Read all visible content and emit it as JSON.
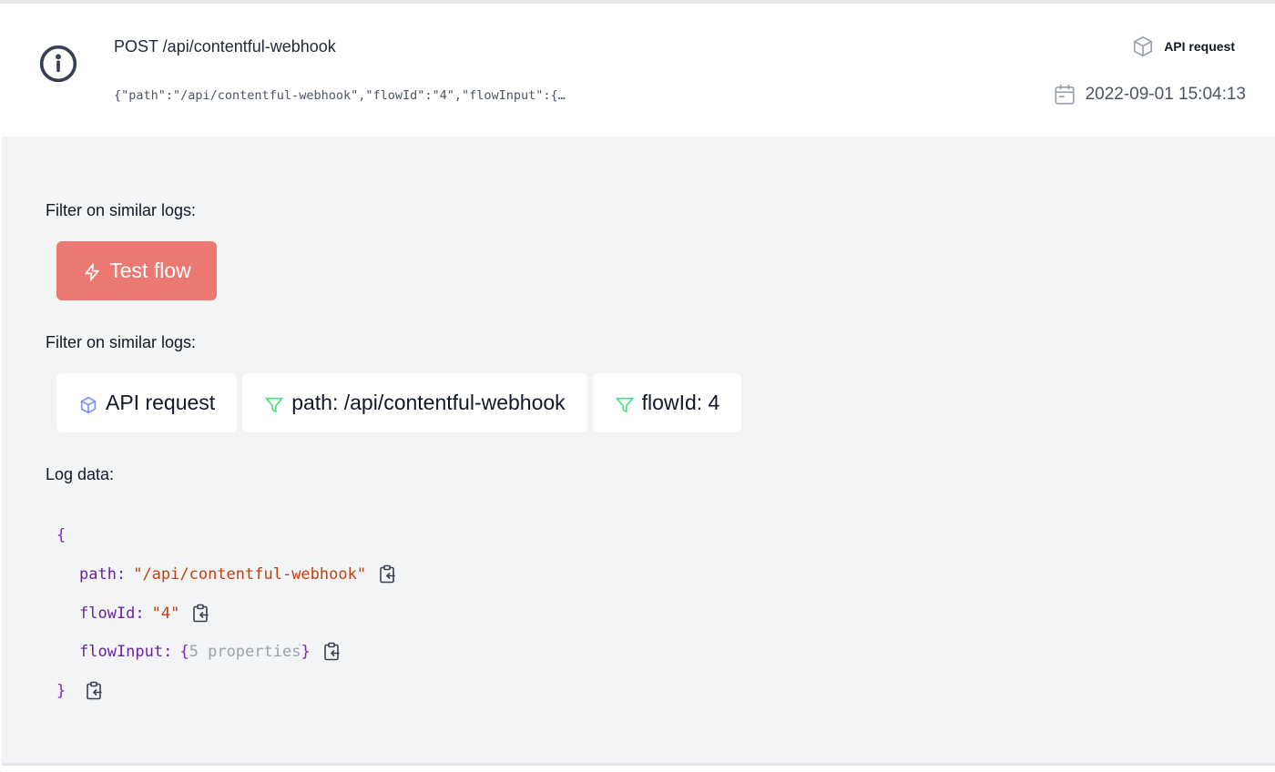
{
  "header": {
    "title": "POST /api/contentful-webhook",
    "snippet": "{\"path\":\"/api/contentful-webhook\",\"flowId\":\"4\",\"flowInput\":{…",
    "type_label": "API request",
    "date": "2022-09-01 15:04:13",
    "icons": {
      "info": "info-icon",
      "type": "cube-icon",
      "date": "calendar-icon"
    }
  },
  "filters": {
    "label_1": "Filter on similar logs:",
    "test_flow_label": "Test flow",
    "label_2": "Filter on similar logs:",
    "chips": [
      {
        "label": "API request",
        "icon": "cube-icon"
      },
      {
        "label": "path: /api/contentful-webhook",
        "icon": "filter-icon"
      },
      {
        "label": "flowId: 4",
        "icon": "filter-icon"
      }
    ]
  },
  "log": {
    "label": "Log data:",
    "open_brace": "{",
    "close_brace": "}",
    "entries": [
      {
        "key": "path",
        "value": "\"/api/contentful-webhook\""
      },
      {
        "key": "flowId",
        "value": "\"4\""
      },
      {
        "key": "flowInput",
        "value_open": "{",
        "value_summary": "5 properties",
        "value_close": "}"
      }
    ]
  },
  "colors": {
    "accent": "#ec7872",
    "filter_icon": "#4ade80",
    "cube_icon": "#818cf8",
    "key": "#6b21a8",
    "string": "#c2410c",
    "background": "#f3f4f6"
  }
}
